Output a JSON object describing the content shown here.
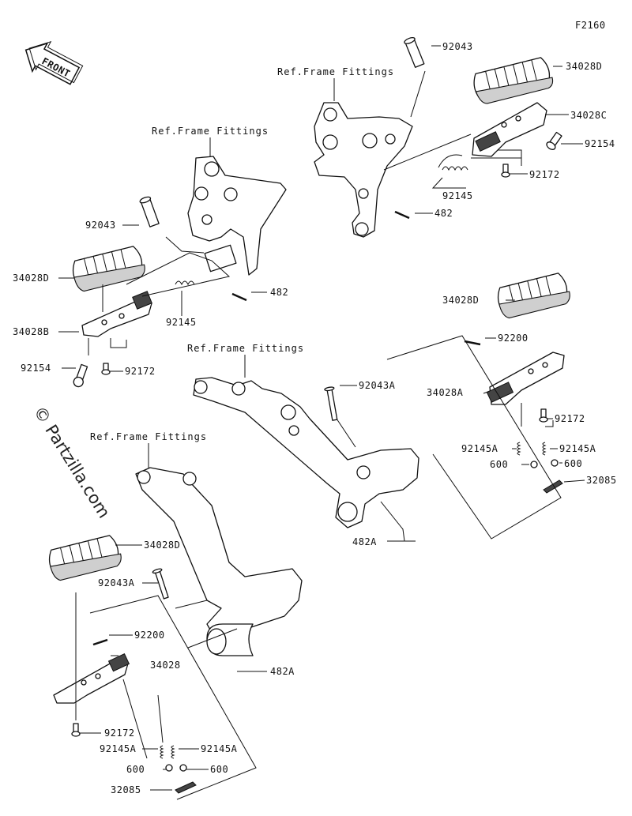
{
  "diagram_code": "F2160",
  "front_label": "FRONT",
  "watermark": "© Partzilla.com",
  "refs": [
    "Ref.Frame Fittings",
    "Ref.Frame Fittings",
    "Ref.Frame Fittings",
    "Ref.Frame Fittings"
  ],
  "labels": [
    "92043",
    "34028D",
    "34028C",
    "92154",
    "92172",
    "92145",
    "482",
    "92043",
    "34028D",
    "482",
    "92145",
    "34028B",
    "92154",
    "92172",
    "34028D",
    "92200",
    "34028A",
    "92172",
    "92145A",
    "92145A",
    "600",
    "600",
    "32085",
    "92043A",
    "482A",
    "34028D",
    "92043A",
    "92200",
    "34028",
    "482A",
    "92172",
    "92145A",
    "92145A",
    "600",
    "600",
    "32085"
  ]
}
